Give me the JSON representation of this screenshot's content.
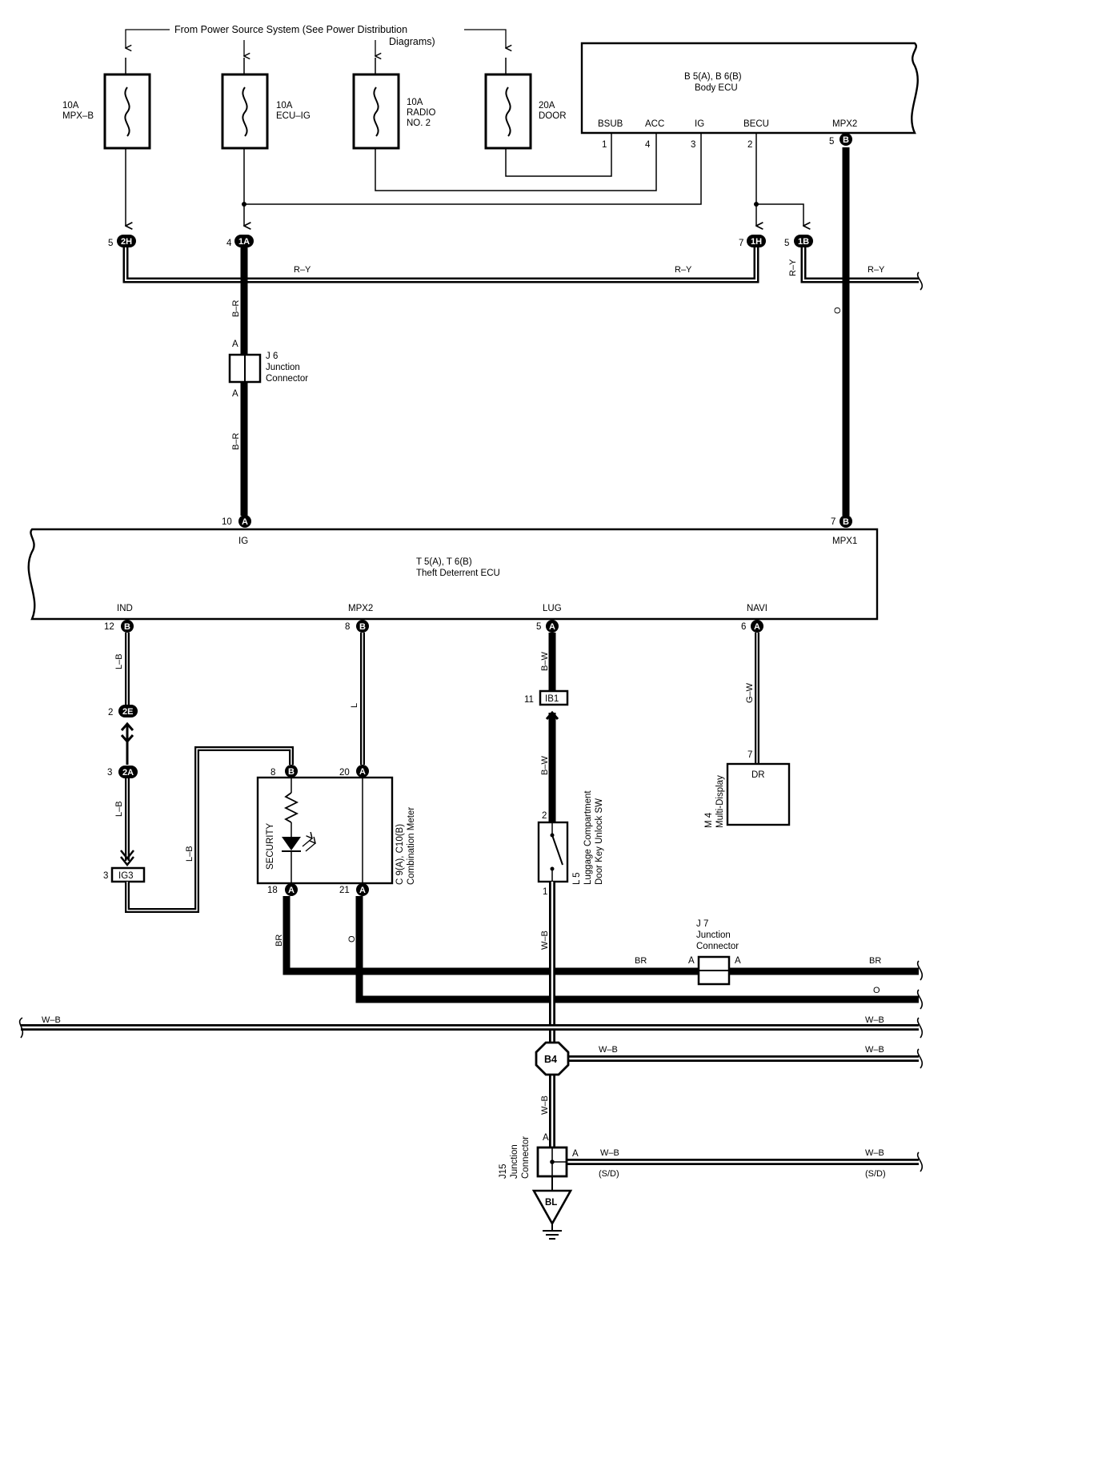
{
  "source_note": {
    "line1": "From Power Source System (See Power Distribution",
    "line2": "Diagrams)"
  },
  "fuses": {
    "mpxb": {
      "amp": "10A",
      "name": "MPX–B"
    },
    "ecuig": {
      "amp": "10A",
      "name": "ECU–IG"
    },
    "radio": {
      "amp": "10A",
      "name1": "RADIO",
      "name2": "NO. 2"
    },
    "door": {
      "amp": "20A",
      "name": "DOOR"
    }
  },
  "body_ecu": {
    "ref": "B 5(A), B 6(B)",
    "name": "Body ECU",
    "terms": {
      "bsub": "BSUB",
      "acc": "ACC",
      "ig": "IG",
      "becu": "BECU",
      "mpx2": "MPX2"
    },
    "pins": {
      "bsub": "1",
      "acc": "4",
      "ig": "3",
      "becu": "2",
      "mpx2": "5"
    }
  },
  "junctions": {
    "j2h": {
      "pin": "5",
      "code": "2H"
    },
    "j1a": {
      "pin": "4",
      "code": "1A"
    },
    "j1h": {
      "pin": "7",
      "code": "1H"
    },
    "j1b": {
      "pin": "5",
      "code": "1B"
    },
    "j2e": {
      "pin": "2",
      "code": "2E"
    },
    "j2a": {
      "pin": "3",
      "code": "2A"
    },
    "jig3": {
      "pin": "3",
      "code": "IG3"
    },
    "jib1": {
      "pin": "11",
      "code": "IB1"
    }
  },
  "conn_letters": {
    "a": "A",
    "b": "B"
  },
  "wires": {
    "ry": "R–Y",
    "br_": "B–R",
    "o": "O",
    "lb": "L–B",
    "l": "L",
    "bw": "B–W",
    "gw": "G–W",
    "br": "BR",
    "wb": "W–B",
    "sd": "(S/D)"
  },
  "j6": {
    "ref": "J 6",
    "name1": "Junction",
    "name2": "Connector"
  },
  "theft_ecu": {
    "ref": "T 5(A), T 6(B)",
    "name": "Theft Deterrent ECU",
    "terms": {
      "ig": "IG",
      "mpx1": "MPX1",
      "ind": "IND",
      "mpx2": "MPX2",
      "lug": "LUG",
      "navi": "NAVI"
    },
    "pins": {
      "ig": "10",
      "mpx1": "7",
      "ind": "12",
      "mpx2": "8",
      "lug": "5",
      "navi": "6"
    }
  },
  "combination_meter": {
    "ref": "C 9(A), C10(B)",
    "name": "Combination Meter",
    "label": "SECURITY",
    "pins": {
      "p8": "8",
      "p20": "20",
      "p18": "18",
      "p21": "21"
    }
  },
  "luggage_sw": {
    "ref": "L 5",
    "name1": "Luggage Compartment",
    "name2": "Door Key Unlock SW",
    "pin_top": "2",
    "pin_bottom": "1"
  },
  "multi_display": {
    "ref": "M 4",
    "name": "Multi-Display",
    "term": "DR",
    "pin": "7"
  },
  "j7": {
    "ref": "J 7",
    "name1": "Junction",
    "name2": "Connector"
  },
  "j15": {
    "ref": "J15",
    "name1": "Junction",
    "name2": "Connector"
  },
  "ground": {
    "b4": "B4",
    "bl": "BL"
  }
}
